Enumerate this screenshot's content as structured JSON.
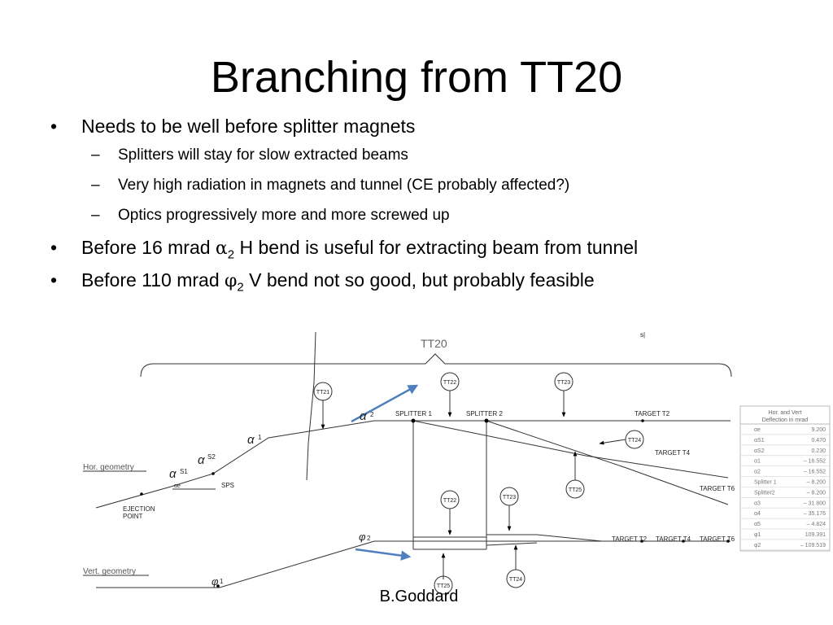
{
  "title": "Branching from TT20",
  "bullets": [
    {
      "text": "Needs to be well before splitter magnets",
      "sub": [
        "Splitters will stay for slow extracted beams",
        "Very high radiation in magnets and tunnel (CE probably affected?)",
        "Optics progressively more and more screwed up"
      ]
    },
    {
      "pre": "Before 16 mrad ",
      "sym": "α",
      "subscript": "2",
      "post": " H bend is useful for extracting beam from tunnel"
    },
    {
      "pre": "Before 110 mrad ",
      "sym": "φ",
      "subscript": "2",
      "post": " V bend not so good, but probably feasible"
    }
  ],
  "markers": {
    "bullet": "•",
    "dash": "–"
  },
  "diagram": {
    "brace_label": "TT20",
    "corner_mark": "s|",
    "hor_label": "Hor.  geometry",
    "vert_label": "Vert.  geometry",
    "ejection": [
      "EJECTION",
      "POINT"
    ],
    "sps": "SPS",
    "alpha_labels": {
      "ae": "αe",
      "s1": "S1",
      "s2": "S2",
      "one": "1",
      "two": "2",
      "sym": "α"
    },
    "phi_labels": {
      "sym": "φ",
      "one": "1",
      "two": "2"
    },
    "splitters": [
      "SPLITTER  1",
      "SPLITTER  2"
    ],
    "targets": [
      "TARGET  T2",
      "TARGET  T4",
      "TARGET  T6"
    ],
    "bottom_targets": [
      "TARGET  T2",
      "TARGET  T4",
      "TARGET  T6"
    ],
    "circles": {
      "tt21": "TT21",
      "tt22a": "TT22",
      "tt23a": "TT23",
      "tt24a": "TT24",
      "tt25a": "TT25",
      "tt22b": "TT22",
      "tt23b": "TT23",
      "tt25b": "TT25",
      "tt24b": "TT24"
    },
    "arrow_color": "#4f7fbf",
    "table": {
      "header": [
        "Hor.  and  Vert",
        "Deflection  in  mrad"
      ],
      "rows": [
        [
          "αe",
          "9.200"
        ],
        [
          "αS1",
          "0.470"
        ],
        [
          "αS2",
          "0.230"
        ],
        [
          "α1",
          "–  16.552"
        ],
        [
          "α2",
          "–  16.552"
        ],
        [
          "Splitter  1",
          "–   8.200"
        ],
        [
          "Splitter2",
          "–   8.200"
        ],
        [
          "α3",
          "–  31.800"
        ],
        [
          "α4",
          "–  35.176"
        ],
        [
          "α5",
          "–   4.824"
        ],
        [
          "φ1",
          "109.391"
        ],
        [
          "φ2",
          "–  109.519"
        ]
      ]
    }
  },
  "credit": "B.Goddard"
}
